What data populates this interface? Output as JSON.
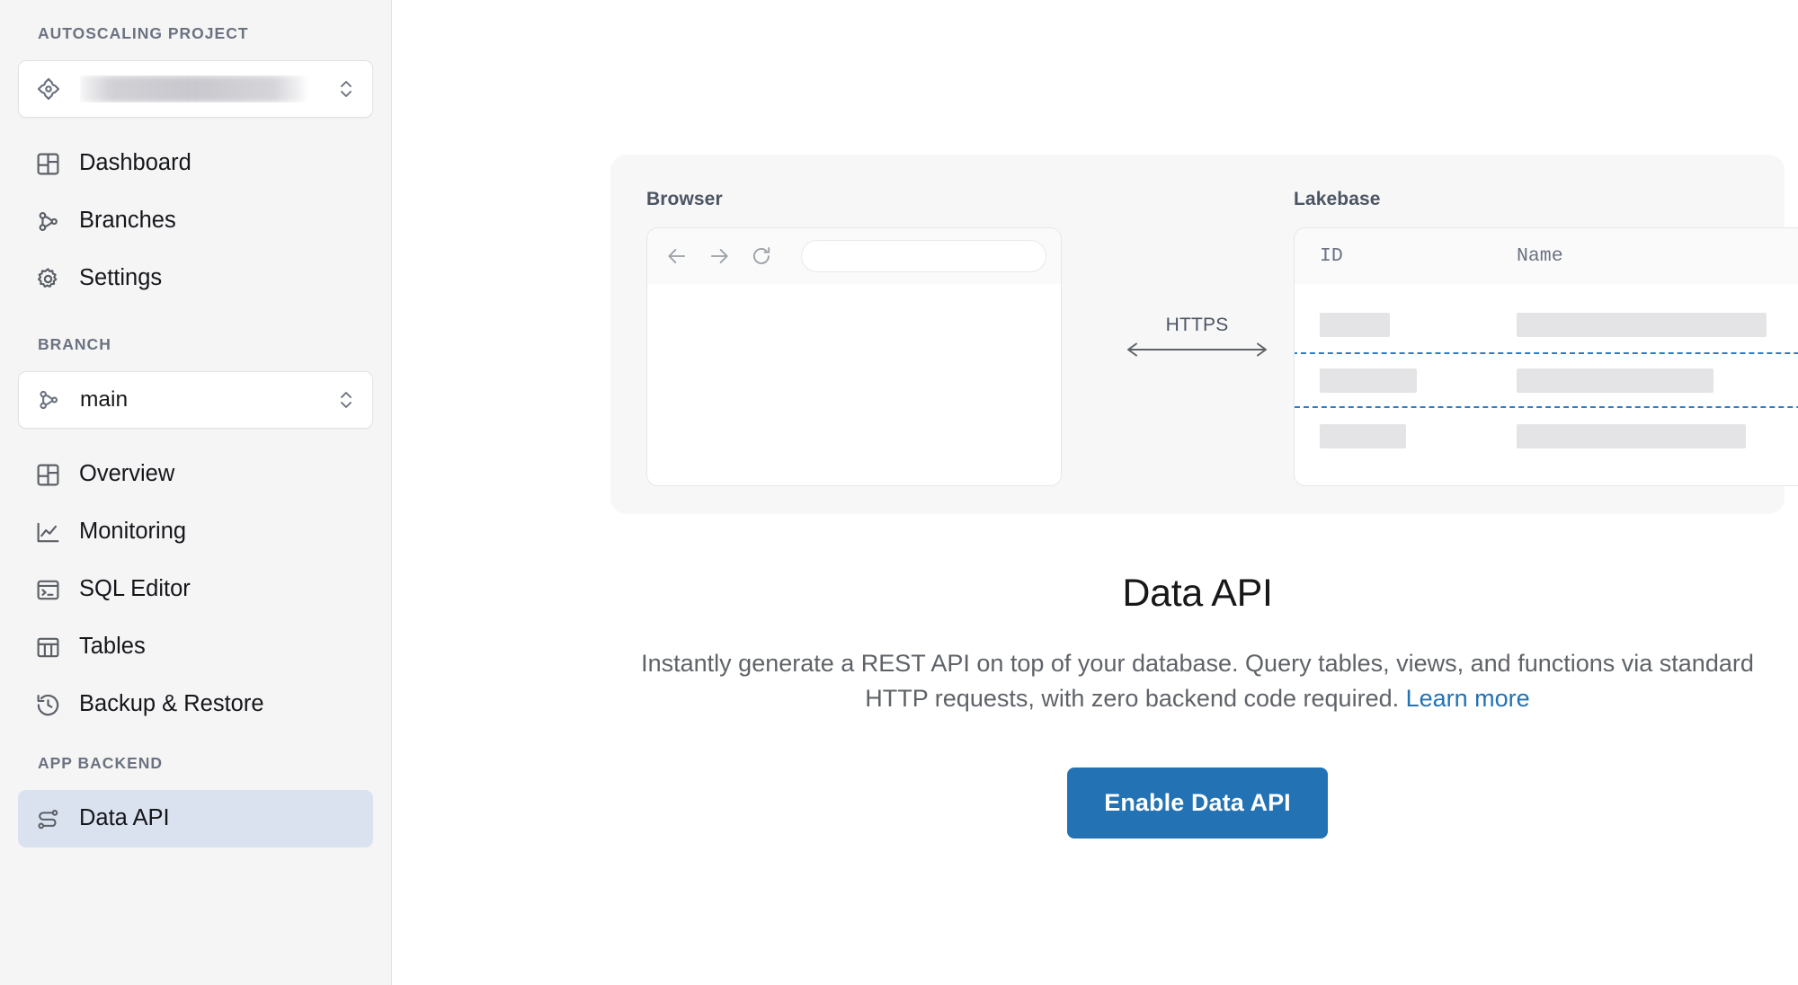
{
  "sidebar": {
    "project_section_label": "AUTOSCALING PROJECT",
    "project_selector": {
      "icon": "project-diamond-icon",
      "value": "",
      "redacted": true,
      "chevron": "chevron-up-down-icon"
    },
    "project_nav": [
      {
        "icon": "layout-dashboard-icon",
        "label": "Dashboard",
        "active": false
      },
      {
        "icon": "git-branch-icon",
        "label": "Branches",
        "active": false
      },
      {
        "icon": "gear-icon",
        "label": "Settings",
        "active": false
      }
    ],
    "branch_section_label": "BRANCH",
    "branch_selector": {
      "icon": "git-branch-icon",
      "value": "main",
      "chevron": "chevron-up-down-icon"
    },
    "branch_nav": [
      {
        "icon": "layout-dashboard-icon",
        "label": "Overview",
        "active": false
      },
      {
        "icon": "line-chart-icon",
        "label": "Monitoring",
        "active": false
      },
      {
        "icon": "terminal-window-icon",
        "label": "SQL Editor",
        "active": false
      },
      {
        "icon": "table-columns-icon",
        "label": "Tables",
        "active": false
      },
      {
        "icon": "history-clock-icon",
        "label": "Backup & Restore",
        "active": false
      }
    ],
    "backend_section_label": "APP BACKEND",
    "backend_nav": [
      {
        "icon": "data-api-route-icon",
        "label": "Data API",
        "active": true
      }
    ]
  },
  "illustration": {
    "browser": {
      "label": "Browser",
      "back_icon": "arrow-left-icon",
      "forward_icon": "arrow-right-icon",
      "reload_icon": "reload-icon",
      "url_value": ""
    },
    "connection": {
      "label": "HTTPS",
      "icon": "double-arrow-icon"
    },
    "lakebase": {
      "label": "Lakebase",
      "columns": [
        "ID",
        "Name"
      ],
      "rows": [
        {
          "id": "",
          "name": "",
          "highlighted": false
        },
        {
          "id": "",
          "name": "",
          "highlighted": true
        },
        {
          "id": "",
          "name": "",
          "highlighted": false
        }
      ]
    }
  },
  "main": {
    "title": "Data API",
    "description_part1": "Instantly generate a REST API on top of your database. Query tables, views, and functions via standard HTTP requests, with zero backend code required. ",
    "learn_more_label": "Learn more",
    "cta_label": "Enable Data API"
  },
  "colors": {
    "accent_blue": "#2272b4",
    "highlight_dashed": "#2e7cc3",
    "sidebar_bg": "#f5f5f6",
    "active_nav_bg": "#dbe2ef",
    "illustration_bg": "#f7f7f8",
    "skeleton": "#e4e4e6"
  }
}
